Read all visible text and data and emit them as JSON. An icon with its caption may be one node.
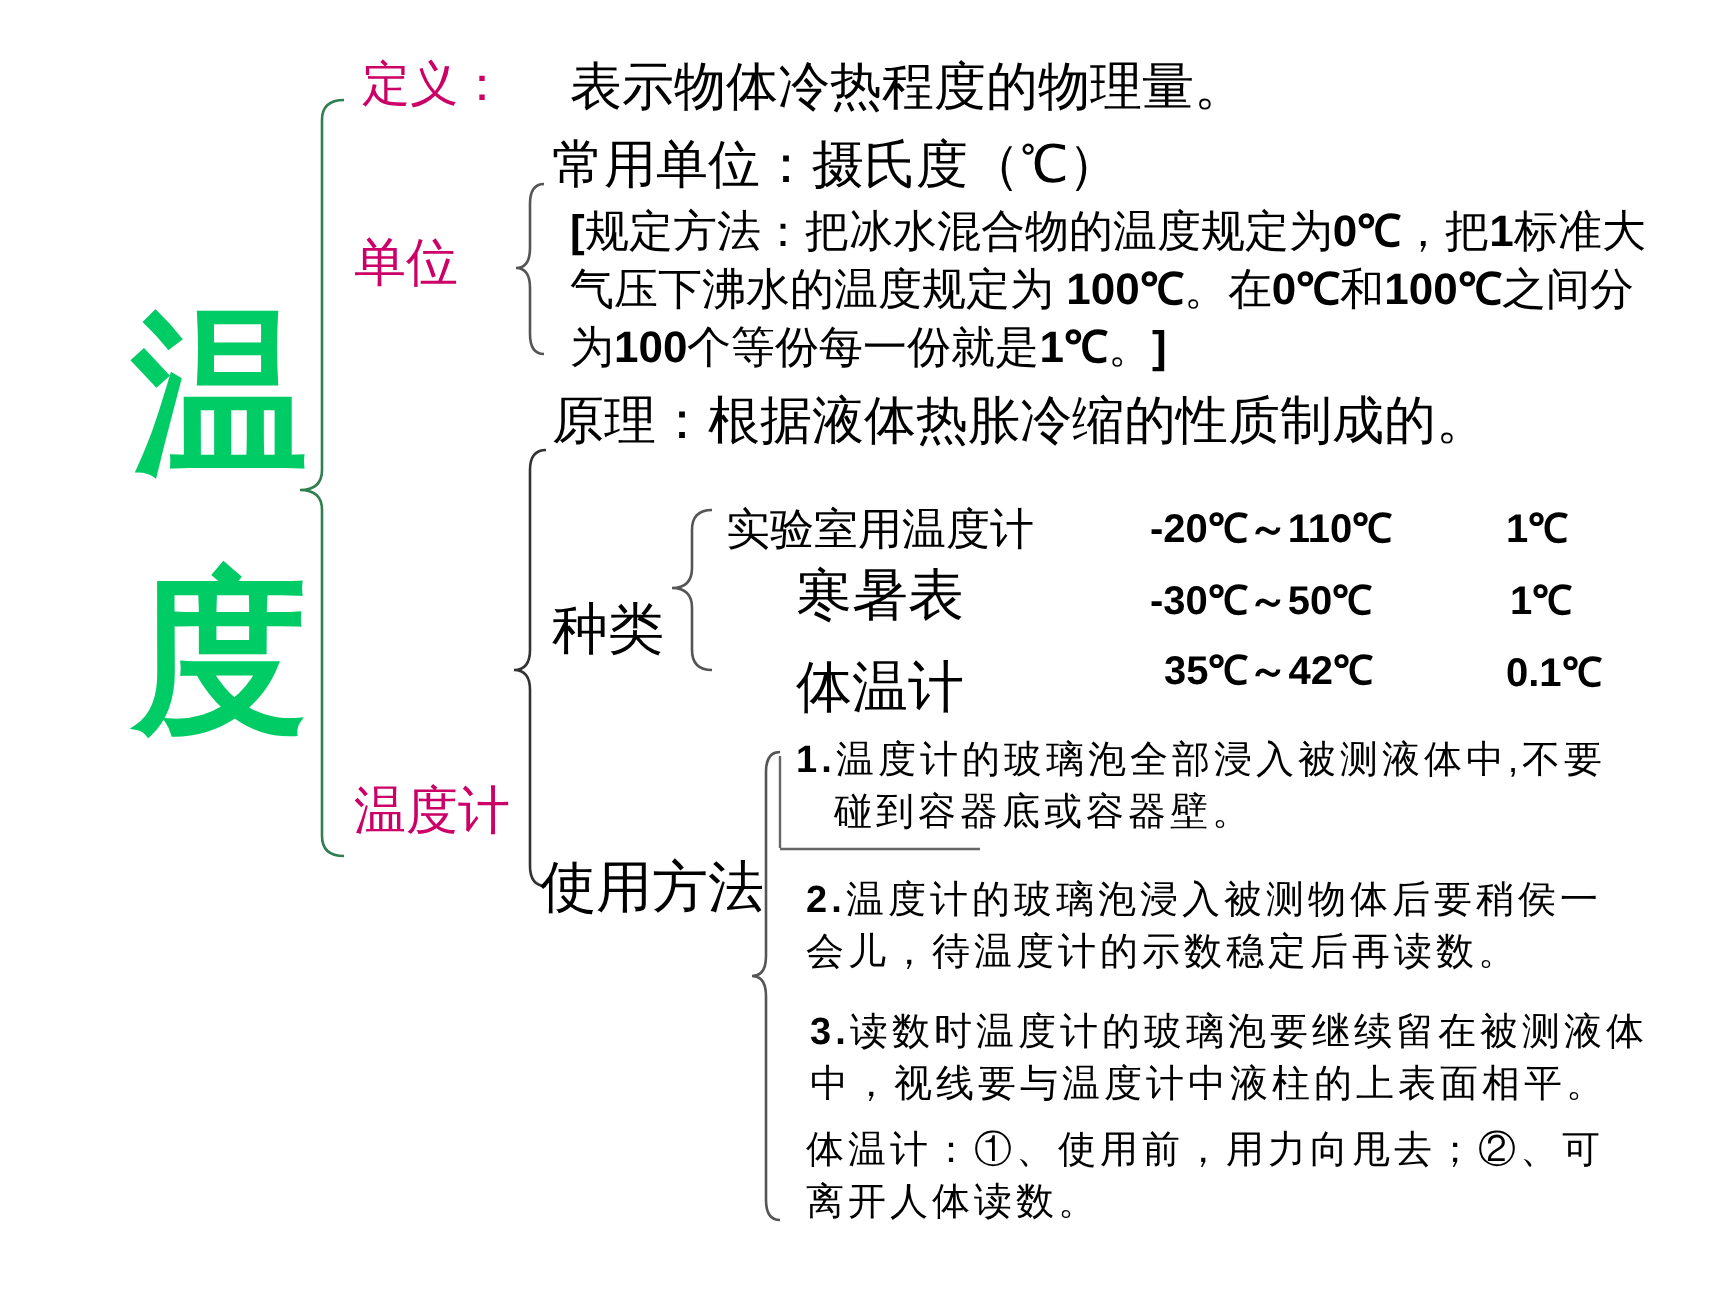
{
  "diagram": {
    "labels": [
      "温度",
      "定义：",
      "表示物体冷热程度的物理量。",
      "单位",
      "常用单位：摄氏度（℃）",
      "**[**规定方法：把冰水混合物的温度规定为**0℃**，把**1**标准大气压下沸水的温度规定为 **100℃**。在**0℃**和**100℃**之间分为**100**个等份每一份就是**1℃**。**]**",
      "温度计",
      "原理：根据液体热胀冷缩的性质制成的。",
      "种类",
      "实验室用温度计",
      "-20℃～110℃",
      "1℃",
      "寒暑表",
      "-30℃～50℃",
      "1℃",
      "体温计",
      "35℃～42℃",
      "0.1℃",
      "使用方法",
      "**1.**温度计的玻璃泡全部浸入被测液体中,不要碰到容器底或容器壁。",
      "**2.**温度计的玻璃泡浸入被测物体后要稍侯一会儿，待温度计的示数稳定后再读数。",
      "**3.**读数时温度计的玻璃泡要继续留在被测液体中，视线要与温度计中液柱的上表面相平。",
      "体温计：①、使用前，用力向甩去；②、可离开人体读数。"
    ]
  }
}
